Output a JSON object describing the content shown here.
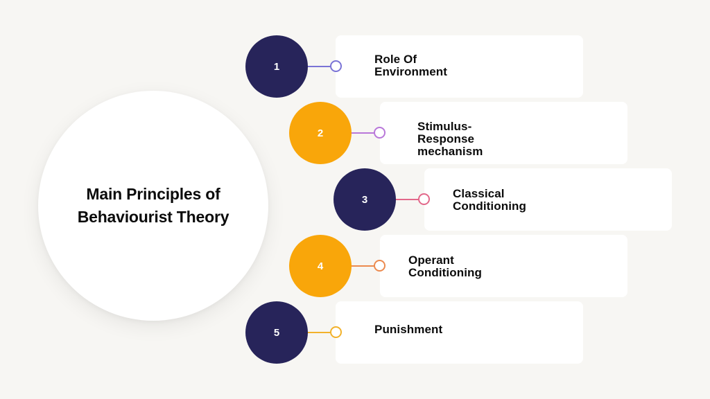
{
  "title": "Main Principles of Behaviourist Theory",
  "colors": {
    "background": "#f7f6f3",
    "navy": "#27245a",
    "orange": "#f9a60a"
  },
  "steps": [
    {
      "number": "1",
      "label_line1": "Role Of",
      "label_line2": "Environment",
      "circle_color": "#27245a",
      "connector_color": "#7a73d6"
    },
    {
      "number": "2",
      "label_line1": "Stimulus-Response",
      "label_line2": "mechanism",
      "circle_color": "#f9a60a",
      "connector_color": "#b877d9"
    },
    {
      "number": "3",
      "label_line1": "Classical",
      "label_line2": "Conditioning",
      "circle_color": "#27245a",
      "connector_color": "#e2688a"
    },
    {
      "number": "4",
      "label_line1": "Operant",
      "label_line2": "Conditioning",
      "circle_color": "#f9a60a",
      "connector_color": "#ec8a4e"
    },
    {
      "number": "5",
      "label_line1": "Punishment",
      "label_line2": "",
      "circle_color": "#27245a",
      "connector_color": "#f2b12a"
    }
  ]
}
